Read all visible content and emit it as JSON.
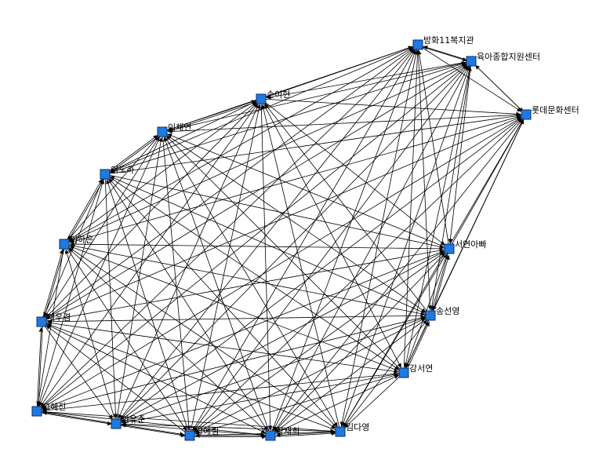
{
  "network": {
    "nodes": [
      {
        "id": "n0",
        "label": "방화11복지관"
      },
      {
        "id": "n1",
        "label": "육아종합지원센터"
      },
      {
        "id": "n2",
        "label": "롯데문화센터"
      },
      {
        "id": "n3",
        "label": "손이현"
      },
      {
        "id": "n4",
        "label": "이채연"
      },
      {
        "id": "n5",
        "label": "이도하"
      },
      {
        "id": "n6",
        "label": "이하은"
      },
      {
        "id": "n7",
        "label": "제우겸"
      },
      {
        "id": "n8",
        "label": "고혜진"
      },
      {
        "id": "n9",
        "label": "안유준"
      },
      {
        "id": "n10",
        "label": "강예림"
      },
      {
        "id": "n11",
        "label": "장재희"
      },
      {
        "id": "n12",
        "label": "김다영"
      },
      {
        "id": "n13",
        "label": "강서연"
      },
      {
        "id": "n14",
        "label": "송선영"
      },
      {
        "id": "n15",
        "label": "서연아빠"
      }
    ],
    "colors": {
      "node_fill": "#1f7ae0",
      "node_stroke": "#0a2f6e",
      "edge": "#000000",
      "label": "#000000",
      "background": "#ffffff"
    },
    "node_shape": "square",
    "directed": true
  }
}
